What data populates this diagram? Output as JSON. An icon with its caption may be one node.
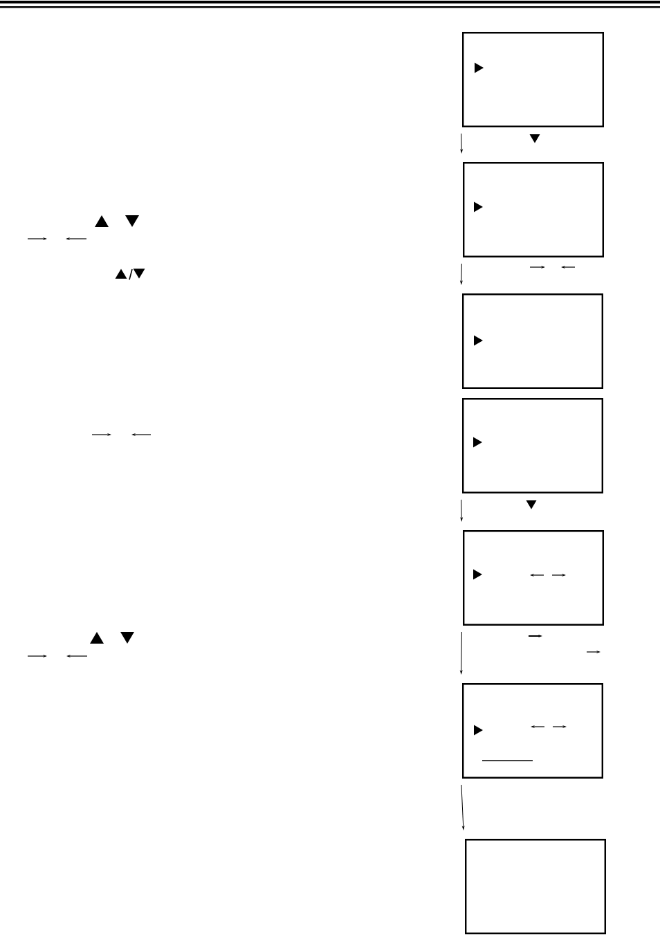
{
  "diagram": {
    "nodes": [
      {
        "text": [],
        "shape": "box"
      },
      {
        "text": [],
        "shape": "box"
      },
      {
        "text": [],
        "shape": "box"
      },
      {
        "text": [],
        "shape": "box"
      },
      {
        "text": [],
        "shape": "box"
      },
      {
        "text": [],
        "shape": "box"
      },
      {
        "text": [],
        "shape": "box"
      }
    ],
    "edges": [
      {
        "from": 0,
        "to": 1,
        "arrow": "to"
      },
      {
        "from": 1,
        "to": 2,
        "arrow": "to"
      },
      {
        "from": 3,
        "to": 4,
        "arrow": "to"
      },
      {
        "from": 4,
        "to": 5,
        "arrow": "to"
      },
      {
        "from": 5,
        "to": 6,
        "arrow": "to"
      }
    ]
  }
}
